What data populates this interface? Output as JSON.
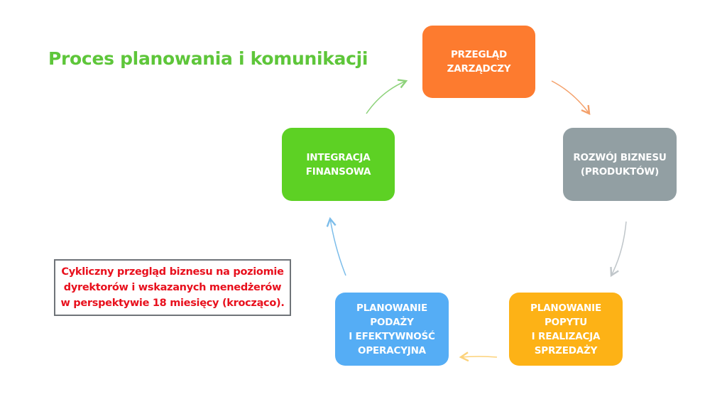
{
  "title": "Proces planowania i komunikacji",
  "cycle": [
    {
      "id": "przeglad",
      "label": "PRZEGLĄD\nZARZĄDCZY",
      "color": "#fd7b2f"
    },
    {
      "id": "rozwoj",
      "label": "ROZWÓJ BIZNESU\n(PRODUKTÓW)",
      "color": "#929fa3"
    },
    {
      "id": "popyt",
      "label": "PLANOWANIE\nPOPYTU\nI REALIZACJA\nSPRZEDAŻY",
      "color": "#fdb216"
    },
    {
      "id": "podaz",
      "label": "PLANOWANIE\nPODAŻY\nI EFEKTYWNOŚĆ\nOPERACYJNA",
      "color": "#55adf5"
    },
    {
      "id": "integracja",
      "label": "INTEGRACJA\nFINANSOWA",
      "color": "#5dd124"
    }
  ],
  "note": "Cykliczny przegląd biznesu na poziomie\ndyrektorów i wskazanych menedżerów\nw perspektywie 18 miesięcy (krocząco).",
  "arrow_colors": {
    "przeglad_to_rozwoj": "#f4a06a",
    "rozwoj_to_popyt": "#c0c6ca",
    "popyt_to_podaz": "#fcd27a",
    "podaz_to_integracja": "#7cbdea",
    "integracja_to_przeglad": "#8dd27a"
  }
}
